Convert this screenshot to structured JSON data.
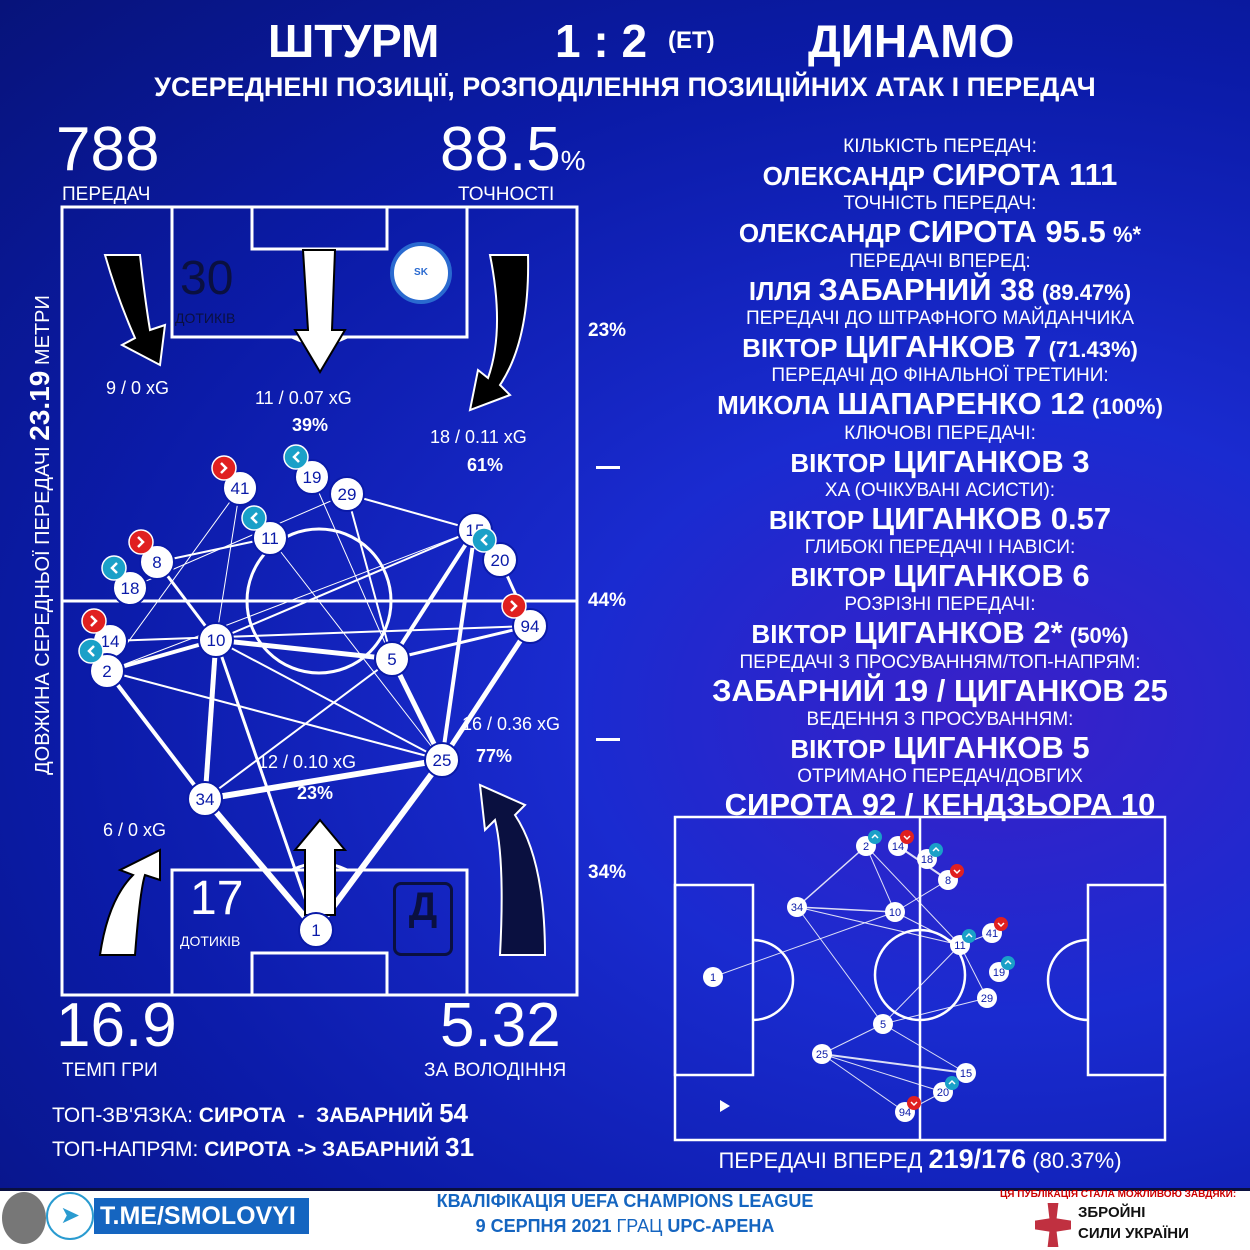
{
  "header": {
    "home": "ШТУРМ",
    "score": "1 : 2",
    "score_note": "(ET)",
    "away": "ДИНАМО",
    "subtitle": "УСЕРЕДНЕНІ ПОЗИЦІЇ, РОЗПОДІЛЕННЯ ПОЗИЦІЙНИХ АТАК І ПЕРЕДАЧ"
  },
  "left": {
    "passes": "788",
    "passes_label": "ПЕРЕДАЧ",
    "accuracy": "88.5",
    "accuracy_unit": "%",
    "accuracy_label": "ТОЧНОСТІ",
    "tempo": "16.9",
    "tempo_label": "ТЕМП ГРИ",
    "possession": "5.32",
    "possession_label": "ЗА ВОЛОДІННЯ",
    "side_label_a": "ДОВЖИНА СЕРЕДНЬОЇ ПЕРЕДАЧІ",
    "side_value": "23.19",
    "side_label_b": "МЕТРИ",
    "touches_top": "30",
    "touches_top_label": "ДОТИКІВ",
    "touches_bottom": "17",
    "touches_bottom_label": "ДОТИКІВ",
    "zones": [
      "23%",
      "44%",
      "34%"
    ],
    "shots": [
      {
        "text": "9 / 0 xG"
      },
      {
        "text": "11 / 0.07 xG",
        "pct": "39%"
      },
      {
        "text": "18 / 0.11 xG",
        "pct": "61%"
      },
      {
        "text": "6 / 0 xG"
      },
      {
        "text": "12 / 0.10 xG",
        "pct": "23%"
      },
      {
        "text": "16 / 0.36 xG",
        "pct": "77%"
      }
    ],
    "players": [
      "41",
      "19",
      "29",
      "11",
      "8",
      "18",
      "15",
      "20",
      "94",
      "14",
      "2",
      "10",
      "5",
      "25",
      "34",
      "1"
    ],
    "top_link_label": "ТОП-ЗВ'ЯЗКА:",
    "top_link": "СИРОТА  -  ЗАБАРНИЙ",
    "top_link_n": "54",
    "top_dir_label": "ТОП-НАПРЯМ:",
    "top_dir": "СИРОТА -> ЗАБАРНИЙ",
    "top_dir_n": "31"
  },
  "stats": [
    {
      "label": "КІЛЬКІСТЬ ПЕРЕДАЧ:",
      "first": "ОЛЕКСАНДР",
      "last": "СИРОТА 111",
      "extra": ""
    },
    {
      "label": "ТОЧНІСТЬ ПЕРЕДАЧ:",
      "first": "ОЛЕКСАНДР",
      "last": "СИРОТА 95.5",
      "extra": "%*"
    },
    {
      "label": "ПЕРЕДАЧІ ВПЕРЕД:",
      "first": "ІЛЛЯ",
      "last": "ЗАБАРНИЙ 38",
      "extra": "(89.47%)"
    },
    {
      "label": "ПЕРЕДАЧІ ДО ШТРАФНОГО МАЙДАНЧИКА",
      "first": "ВІКТОР",
      "last": "ЦИГАНКОВ 7",
      "extra": "(71.43%)"
    },
    {
      "label": "ПЕРЕДАЧІ ДО ФІНАЛЬНОЇ ТРЕТИНИ:",
      "first": "МИКОЛА",
      "last": "ШАПАРЕНКО 12",
      "extra": "(100%)"
    },
    {
      "label": "КЛЮЧОВІ ПЕРЕДАЧІ:",
      "first": "ВІКТОР",
      "last": "ЦИГАНКОВ 3",
      "extra": ""
    },
    {
      "label": "XA (ОЧІКУВАНІ АСИСТИ):",
      "first": "ВІКТОР",
      "last": "ЦИГАНКОВ 0.57",
      "extra": ""
    },
    {
      "label": "ГЛИБОКІ ПЕРЕДАЧІ І НАВІСИ:",
      "first": "ВІКТОР",
      "last": "ЦИГАНКОВ 6",
      "extra": ""
    },
    {
      "label": "РОЗРІЗНІ ПЕРЕДАЧІ:",
      "first": "ВІКТОР",
      "last": "ЦИГАНКОВ 2*",
      "extra": "(50%)"
    },
    {
      "label": "ПЕРЕДАЧІ З ПРОСУВАННЯМ/ТОП-НАПРЯМ:",
      "first": "",
      "last": "ЗАБАРНИЙ 19 / ЦИГАНКОВ 25",
      "extra": ""
    },
    {
      "label": "ВЕДЕННЯ З ПРОСУВАННЯМ:",
      "first": "ВІКТОР",
      "last": "ЦИГАНКОВ 5",
      "extra": ""
    },
    {
      "label": "ОТРИМАНО ПЕРЕДАЧ/ДОВГИХ",
      "first": "",
      "last": "СИРОТА 92 / КЕНДЗЬОРА 10",
      "extra": ""
    }
  ],
  "mini": {
    "players": [
      "2",
      "14",
      "18",
      "8",
      "10",
      "11",
      "41",
      "19",
      "29",
      "5",
      "15",
      "20",
      "94",
      "34",
      "25",
      "1"
    ],
    "forward_label": "ПЕРЕДАЧІ ВПЕРЕД",
    "forward_value": "219/176",
    "forward_pct": "(80.37%)"
  },
  "footer": {
    "channel": "T.ME/SMOLOVYI",
    "line1": "КВАЛІФІКАЦІЯ UEFA CHAMPIONS LEAGUE",
    "line2_bold": "9 СЕРПНЯ 2021",
    "line2_rest": " ГРАЦ ",
    "line2_venue": "UPC-АРЕНА",
    "sponsor_note": "ЦЯ ПУБЛІКАЦІЯ СТАЛА МОЖЛИВОЮ ЗАВДЯКИ:",
    "sponsor_1": "ЗБРОЙНІ",
    "sponsor_2": "СИЛИ УКРАЇНИ"
  },
  "colors": {
    "bg": "#0b1ba8",
    "red": "#e02020",
    "teal": "#1aa0c8",
    "footer_blue": "#1565c0"
  }
}
